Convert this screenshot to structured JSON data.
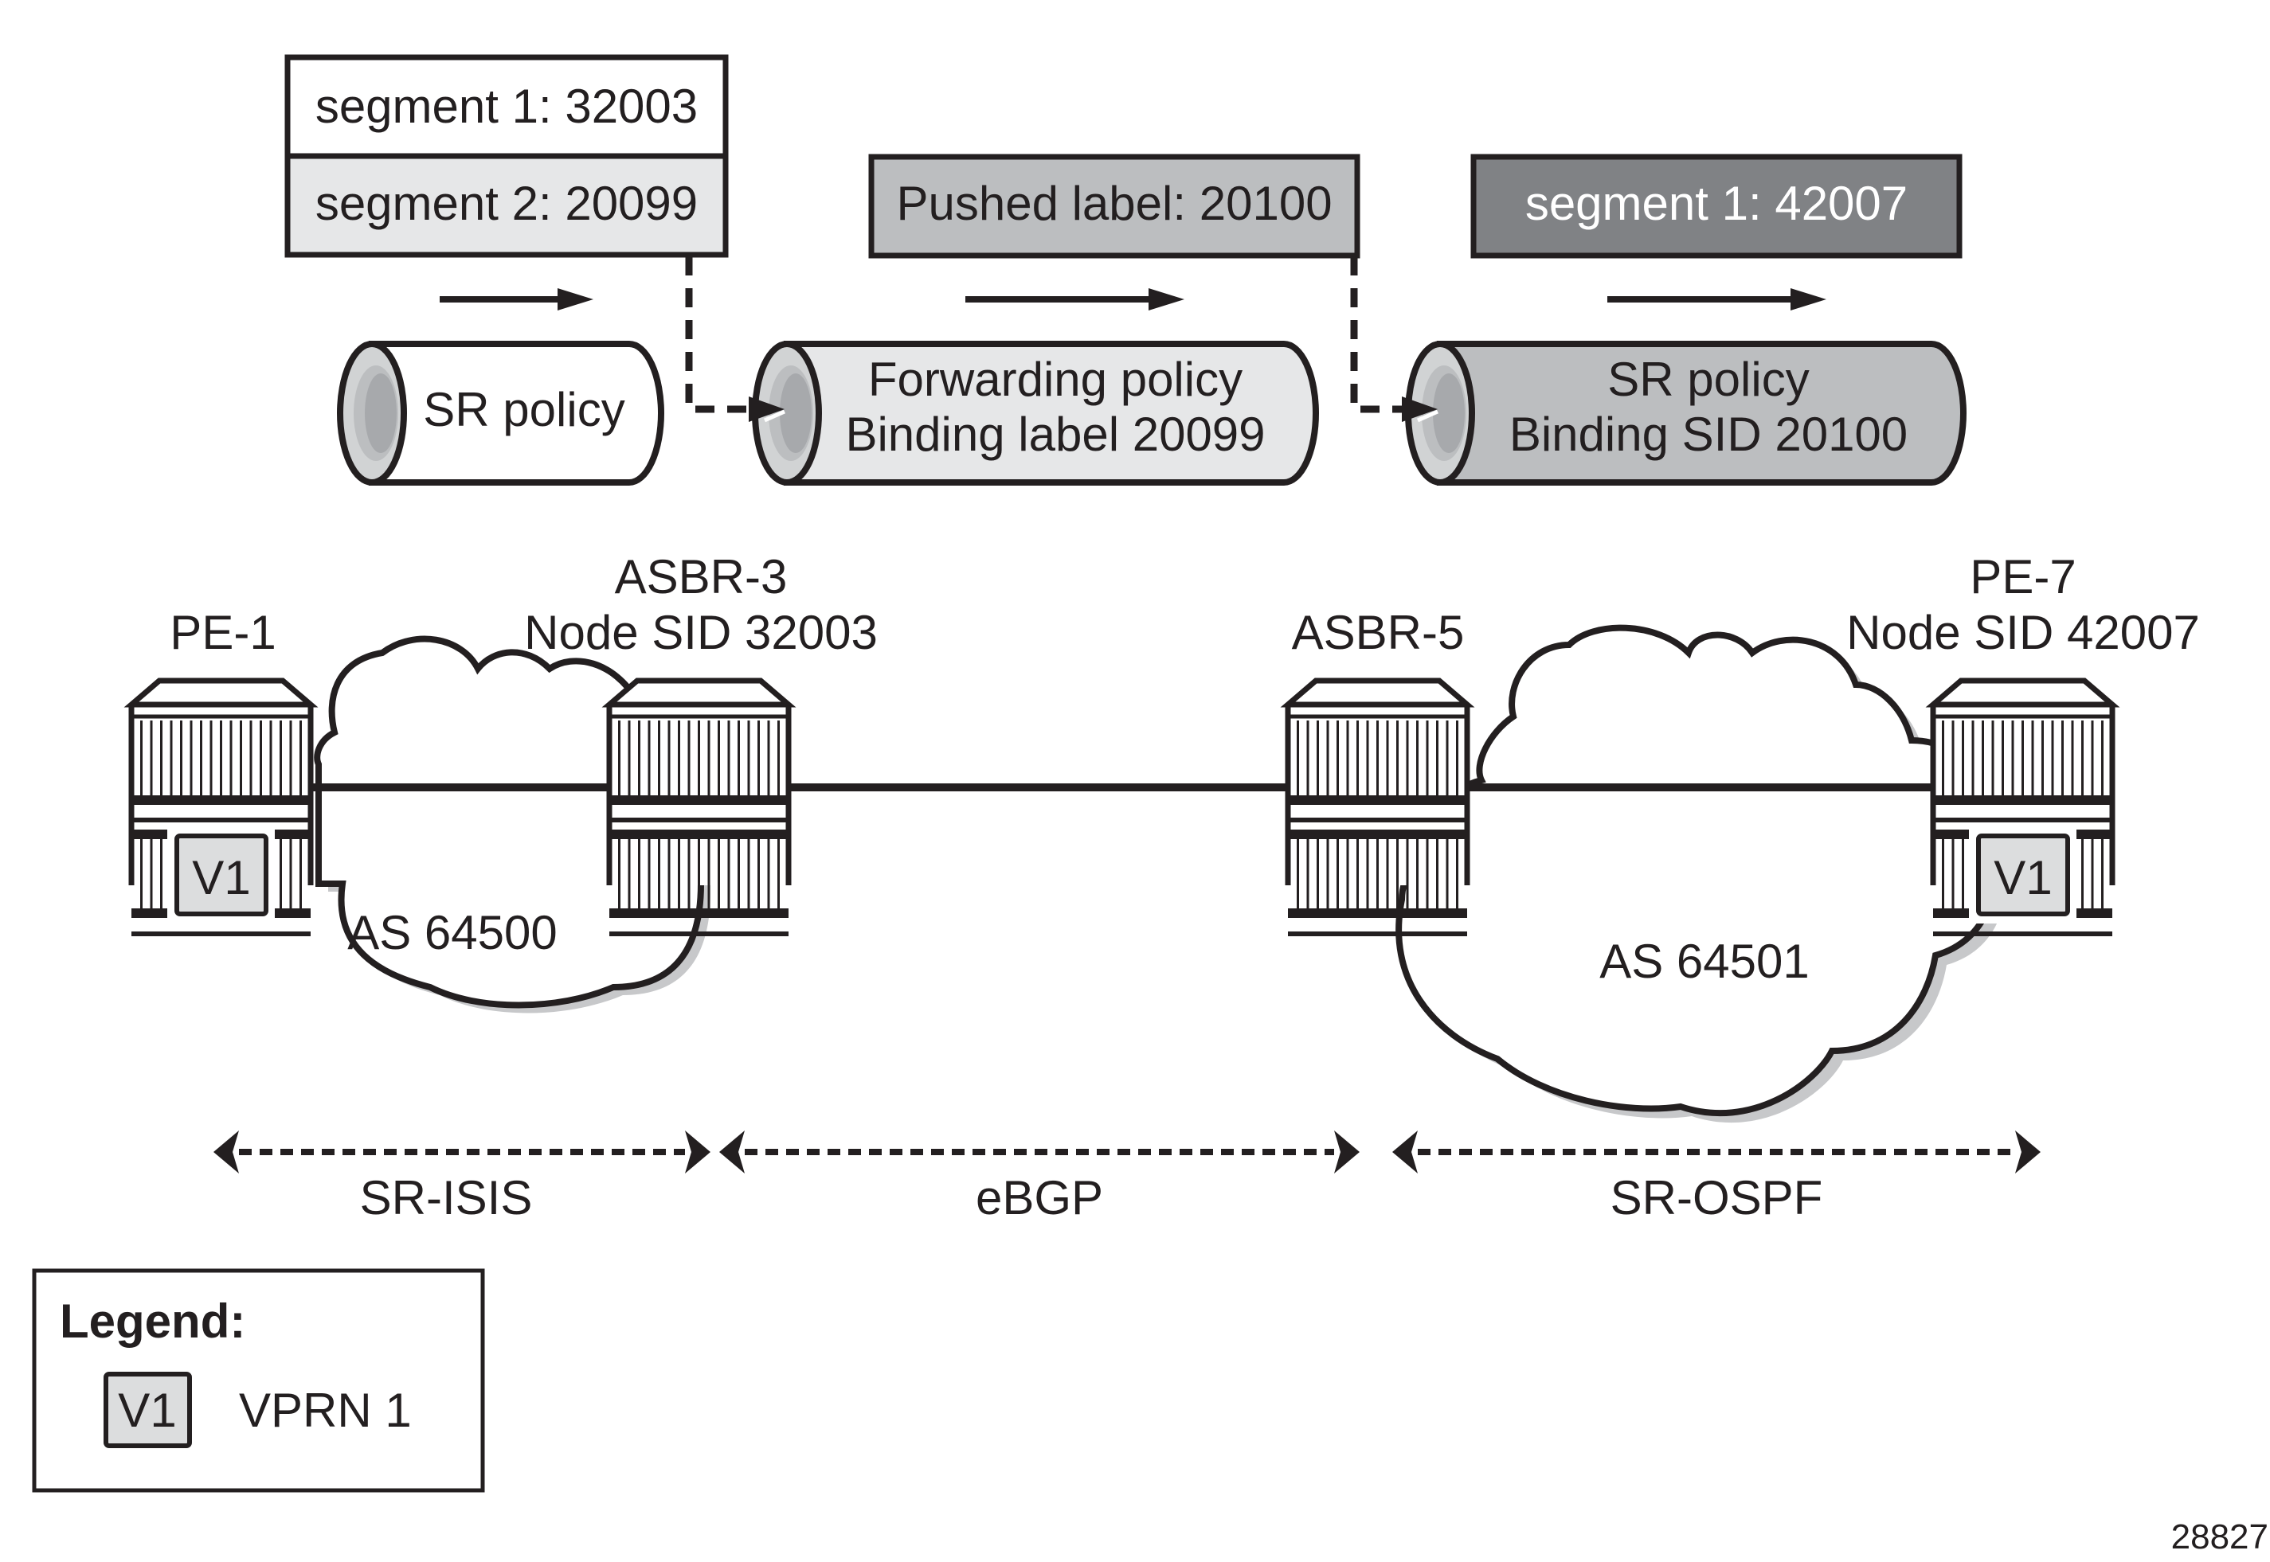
{
  "colors": {
    "stroke": "#231f20",
    "white": "#ffffff",
    "light_gray": "#e6e7e8",
    "mid_gray": "#bcbec0",
    "dark_gray": "#808285",
    "vprn_fill": "#dcddde",
    "shadow": "#c7c8ca"
  },
  "segment_lists": [
    {
      "rows": [
        "segment 1: 32003",
        "segment 2: 20099"
      ]
    },
    {
      "rows": [
        "Pushed label: 20100"
      ]
    },
    {
      "rows": [
        "segment 1: 42007"
      ]
    }
  ],
  "tunnels": [
    {
      "lines": [
        "SR policy"
      ]
    },
    {
      "lines": [
        "Forwarding policy",
        "Binding label 20099"
      ]
    },
    {
      "lines": [
        "SR policy",
        "Binding SID 20100"
      ]
    }
  ],
  "nodes": [
    {
      "name": "PE-1",
      "sid": "",
      "vprn": "V1"
    },
    {
      "name": "ASBR-3",
      "sid": "Node SID 32003",
      "vprn": ""
    },
    {
      "name": "ASBR-5",
      "sid": "",
      "vprn": ""
    },
    {
      "name": "PE-7",
      "sid": "Node SID 42007",
      "vprn": "V1"
    }
  ],
  "as_clouds": [
    "AS 64500",
    "AS 64501"
  ],
  "protocol_spans": [
    "SR-ISIS",
    "eBGP",
    "SR-OSPF"
  ],
  "legend": {
    "title": "Legend:",
    "items": [
      {
        "symbol": "V1",
        "label": "VPRN 1"
      }
    ]
  },
  "figure_id": "28827"
}
